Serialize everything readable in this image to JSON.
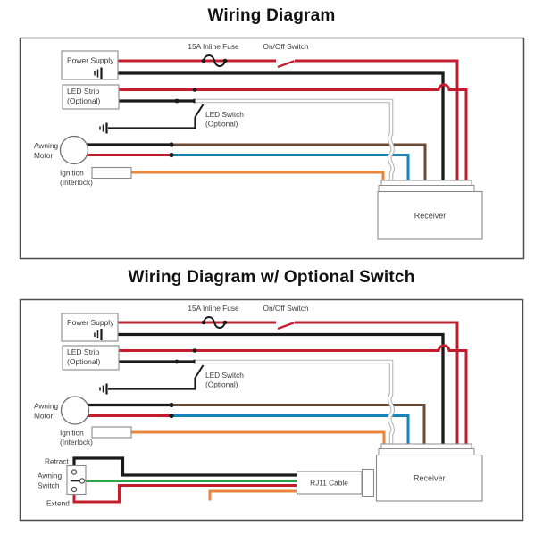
{
  "titles": {
    "diagram1": "Wiring Diagram",
    "diagram2": "Wiring Diagram w/ Optional Switch"
  },
  "labels": {
    "power_supply": "Power Supply",
    "inline_fuse": "15A Inline Fuse",
    "onoff_switch": "On/Off Switch",
    "led_strip_line1": "LED Strip",
    "led_strip_line2": "(Optional)",
    "led_switch_line1": "LED Switch",
    "led_switch_line2": "(Optional)",
    "awning_motor_line1": "Awning",
    "awning_motor_line2": "Motor",
    "ignition_line1": "Ignition",
    "ignition_line2": "(Interlock)",
    "receiver": "Receiver",
    "retract": "Retract",
    "awning_switch_line1": "Awning",
    "awning_switch_line2": "Switch",
    "extend": "Extend",
    "rj11_cable": "RJ11 Cable"
  },
  "colors": {
    "red": "#C41E2E",
    "black": "#1A1A1A",
    "brown": "#6B4A33",
    "blue": "#1583BC",
    "orange": "#E8873B",
    "green": "#2BA24C",
    "white_wire_outline": "#B5B5B5",
    "white_wire_core": "#FFFFFF",
    "box_border": "#8A8A8A",
    "diagram_border": "#4D4D4D",
    "label_text": "#3B3B3B"
  },
  "icons": {
    "ground": "ground-symbol",
    "inline_fuse": "sine-wave-fuse",
    "onoff_switch": "open-lever-switch",
    "awning_motor": "motor-circle",
    "junction": "junction-dot"
  }
}
